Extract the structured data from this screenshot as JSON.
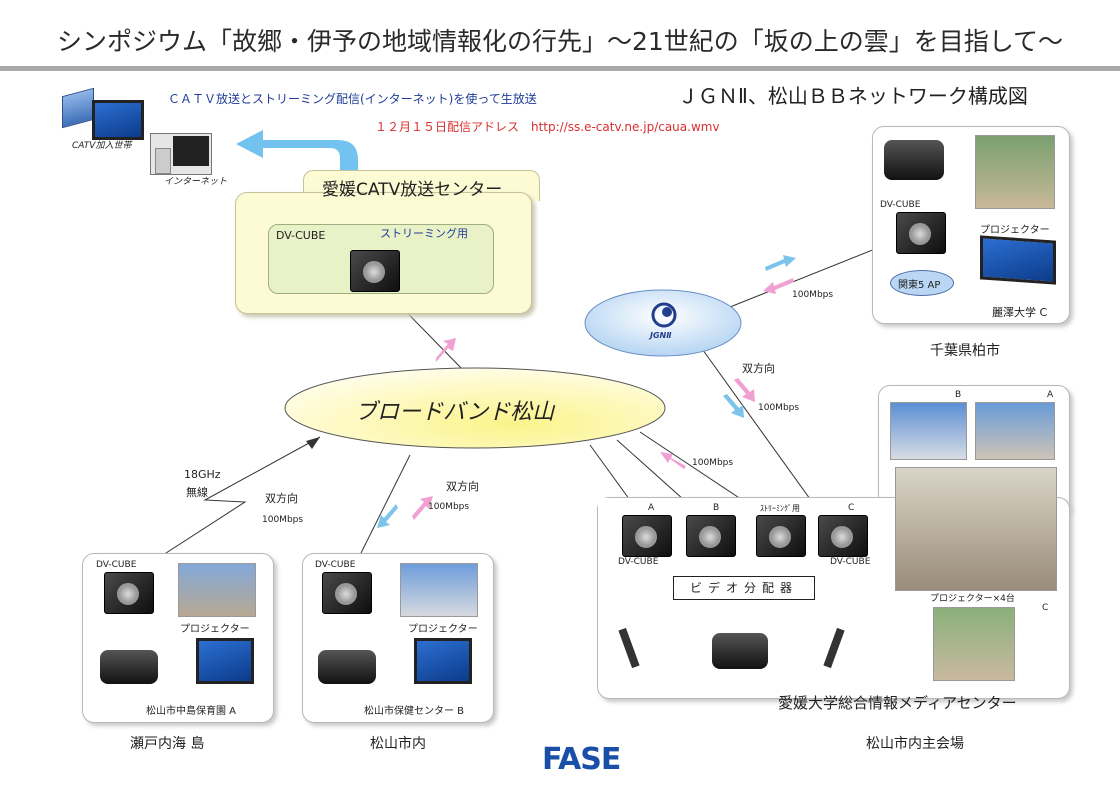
{
  "title": "シンポジウム「故郷・伊予の地域情報化の行先」～21世紀の「坂の上の雲」を目指して～",
  "diagram_title": "ＪＧＮⅡ、松山ＢＢネットワーク構成図",
  "broadcast_note": "ＣＡＴＶ放送とストリーミング配信(インターネット)を使って生放送",
  "address_note": "１２月１５日配信アドレス　http://ss.e-catv.ne.jp/caua.wmv",
  "client_labels": {
    "catv": "CATV加入世帯",
    "internet": "インターネット"
  },
  "catv_center": {
    "title": "愛媛CATV放送センター",
    "cube": "DV-CUBE",
    "streaming": "ストリーミング用"
  },
  "jgn_label": "JGNⅡ",
  "bb_label": "ブロードバンド松山",
  "links": {
    "jgn_kashiwa_speed": "100Mbps",
    "jgn_bidir": "双方向",
    "jgn_bb_speed": "100Mbps",
    "bb_ehime_speed": "100Mbps",
    "wireless_freq": "18GHz",
    "wireless_label": "無線",
    "wireless_bidir": "双方向",
    "wireless_speed": "100Mbps",
    "hoken_bidir": "双方向",
    "hoken_speed": "100Mbps"
  },
  "kashiwa": {
    "cube": "DV-CUBE",
    "projector": "プロジェクター",
    "ap": "関東5 AP",
    "site": "麗澤大学 C",
    "city": "千葉県柏市"
  },
  "nakajima": {
    "cube": "DV-CUBE",
    "projector": "プロジェクター",
    "site": "松山市中島保育園 A",
    "city": "瀬戸内海 島"
  },
  "hoken": {
    "cube": "DV-CUBE",
    "projector": "プロジェクター",
    "site": "松山市保健センター B",
    "city": "松山市内"
  },
  "ehime": {
    "cube_labels": [
      "A",
      "B",
      "ｽﾄﾘｰﾐﾝｸﾞ用",
      "C"
    ],
    "cube_name_left": "DV-CUBE",
    "cube_name_right": "DV-CUBE",
    "splitter": "ビデオ分配器",
    "photo_b": "B",
    "photo_a": "A",
    "projector": "プロジェクター×4台",
    "photo_c": "C",
    "site": "愛媛大学総合情報メディアセンター",
    "city": "松山市内主会場"
  },
  "logo": "FASE",
  "colors": {
    "arrow_pink": "#f0a0d2",
    "arrow_blue": "#7cc4ec",
    "bb_fill": "#f3f0a0",
    "jgn_fill": "#b9d7f4",
    "label_blue": "#1f3c99",
    "address_red": "#d93030",
    "logo_blue": "#1a4fa8"
  }
}
